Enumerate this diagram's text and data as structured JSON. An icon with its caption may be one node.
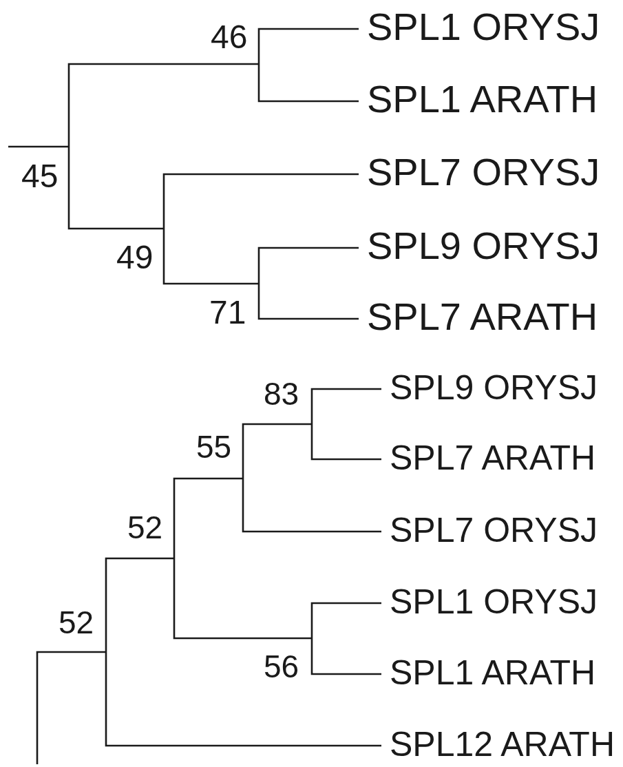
{
  "diagram": {
    "nodes": [
      {
        "text": [
          "46"
        ]
      },
      {
        "text": [
          "SPL1 ORYSJ"
        ]
      },
      {
        "text": [
          "SPL1 ARATH"
        ]
      },
      {
        "text": [
          "45"
        ]
      },
      {
        "text": [
          "SPL7 ORYSJ"
        ]
      },
      {
        "text": [
          "49"
        ]
      },
      {
        "text": [
          "SPL9 ORYSJ"
        ]
      },
      {
        "text": [
          "71"
        ]
      },
      {
        "text": [
          "SPL7 ARATH"
        ]
      },
      {
        "text": [
          "83"
        ]
      },
      {
        "text": [
          "SPL9 ORYSJ"
        ]
      },
      {
        "text": [
          "55"
        ]
      },
      {
        "text": [
          "SPL7 ARATH"
        ]
      },
      {
        "text": [
          "52"
        ]
      },
      {
        "text": [
          "SPL7 ORYSJ"
        ]
      },
      {
        "text": [
          "52"
        ]
      },
      {
        "text": [
          "SPL1 ORYSJ"
        ]
      },
      {
        "text": [
          "56"
        ]
      },
      {
        "text": [
          "SPL1 ARATH"
        ]
      },
      {
        "text": [
          "SPL12 ARATH"
        ]
      }
    ],
    "edges": [
      {
        "from": null,
        "to": 3,
        "arrow": "none"
      },
      {
        "from": 3,
        "to": 0,
        "arrow": "none"
      },
      {
        "from": 0,
        "to": 1,
        "arrow": "none"
      },
      {
        "from": 0,
        "to": 2,
        "arrow": "none"
      },
      {
        "from": 3,
        "to": 5,
        "arrow": "none"
      },
      {
        "from": 5,
        "to": 4,
        "arrow": "none"
      },
      {
        "from": 5,
        "to": 7,
        "arrow": "none"
      },
      {
        "from": 7,
        "to": 6,
        "arrow": "none"
      },
      {
        "from": 7,
        "to": 8,
        "arrow": "none"
      },
      {
        "from": 15,
        "to": null,
        "arrow": "none"
      },
      {
        "from": 15,
        "to": 13,
        "arrow": "none"
      },
      {
        "from": 15,
        "to": 19,
        "arrow": "none"
      },
      {
        "from": 13,
        "to": 11,
        "arrow": "none"
      },
      {
        "from": 11,
        "to": 9,
        "arrow": "none"
      },
      {
        "from": 9,
        "to": 10,
        "arrow": "none"
      },
      {
        "from": 9,
        "to": 12,
        "arrow": "none"
      },
      {
        "from": 11,
        "to": 14,
        "arrow": "none"
      },
      {
        "from": 13,
        "to": 17,
        "arrow": "none"
      },
      {
        "from": 17,
        "to": 16,
        "arrow": "none"
      },
      {
        "from": 17,
        "to": 18,
        "arrow": "none"
      }
    ]
  }
}
